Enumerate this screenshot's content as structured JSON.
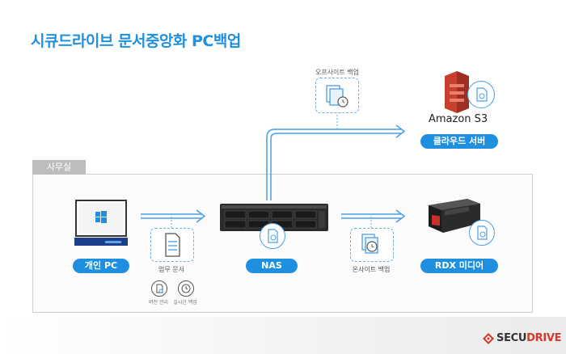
{
  "title": "시큐드라이브 문서중앙화 PC백업",
  "office_tab": "사무실",
  "nodes": {
    "pc": "개인 PC",
    "nas": "NAS",
    "rdx": "RDX 미디어",
    "cloud": "클라우드 서버"
  },
  "labels": {
    "offsite_backup": "오프사이트 백업",
    "onsite_backup": "온사이트 백업",
    "work_docs": "업무 문서",
    "version_mgmt": "버전 관리",
    "realtime_backup": "실시간 백업",
    "amazon_s3": "Amazon S3"
  },
  "logo": {
    "part1": "SECU",
    "part2": "DRIVE"
  },
  "colors": {
    "accent_blue": "#1f8fe0",
    "arrow_blue": "#4a9ee6",
    "s3_red": "#c7402e",
    "logo_red": "#d33a2c"
  }
}
